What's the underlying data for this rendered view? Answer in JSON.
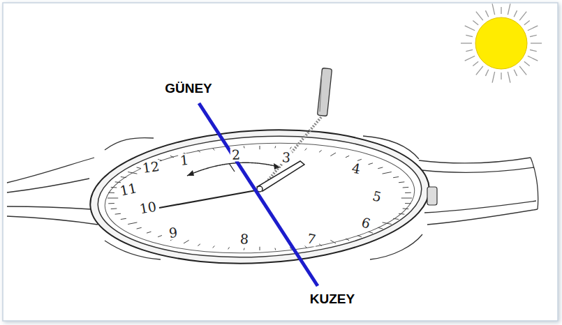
{
  "diagram": {
    "labels": [
      "GÜNEY",
      "KUZEY",
      "12",
      "1",
      "2",
      "3",
      "4",
      "5",
      "6",
      "7",
      "8",
      "9",
      "10",
      "11"
    ]
  }
}
